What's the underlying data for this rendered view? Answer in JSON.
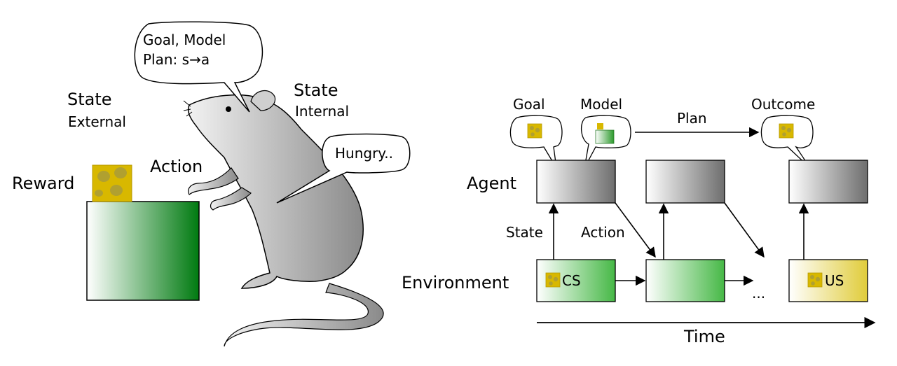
{
  "left_scene": {
    "state_external": {
      "title": "State",
      "subtitle": "External"
    },
    "state_internal": {
      "title": "State",
      "subtitle": "Internal"
    },
    "action_label": "Action",
    "reward_label": "Reward",
    "thought_bubble": {
      "line1": "Goal, Model",
      "line2": "Plan: s→a"
    },
    "hungry_bubble": "Hungry..",
    "colors": {
      "box_green": "#007a10",
      "cheese": "#d8b800",
      "rat": "#8e8e8e"
    }
  },
  "right_diagram": {
    "goal_label": "Goal",
    "model_label": "Model",
    "plan_label": "Plan",
    "outcome_label": "Outcome",
    "agent_label": "Agent",
    "environment_label": "Environment",
    "state_arrow_label": "State",
    "action_arrow_label": "Action",
    "cs_label": "CS",
    "us_label": "US",
    "ellipsis": "...",
    "time_label": "Time",
    "colors": {
      "env_green": "#46b846",
      "us_yellow": "#e0cc3a",
      "agent_gray": "#7a7a7a"
    }
  }
}
